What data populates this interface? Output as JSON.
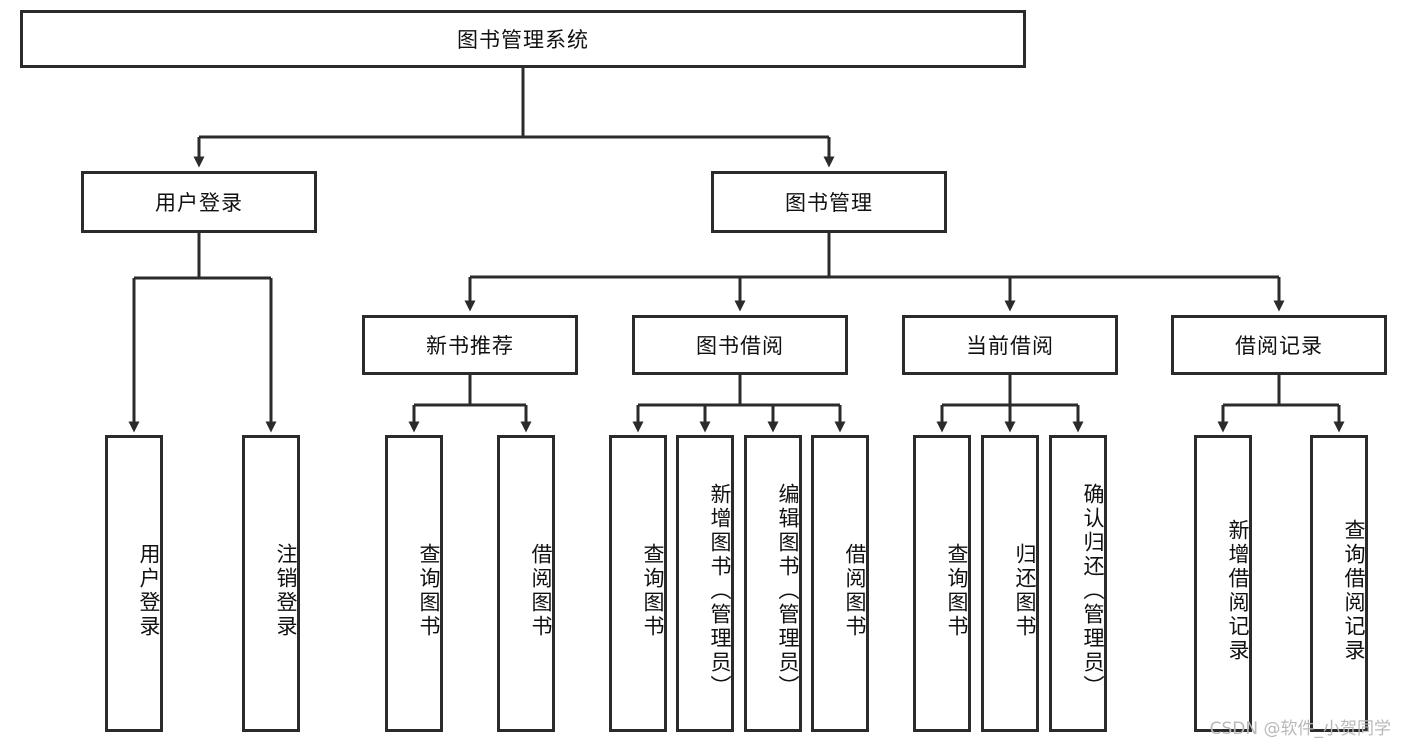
{
  "diagram": {
    "type": "tree-hierarchy-chart",
    "title": "图书管理系统",
    "line_color": "#2b2b2b",
    "box_fill": "#ffffff",
    "text_color": "#111111",
    "levels": 4,
    "root": {
      "label": "图书管理系统",
      "orientation": "horizontal"
    },
    "level2": [
      {
        "label": "用户登录",
        "orientation": "horizontal"
      },
      {
        "label": "图书管理",
        "orientation": "horizontal"
      }
    ],
    "level3": [
      {
        "label": "新书推荐",
        "orientation": "horizontal"
      },
      {
        "label": "图书借阅",
        "orientation": "horizontal"
      },
      {
        "label": "当前借阅",
        "orientation": "horizontal"
      },
      {
        "label": "借阅记录",
        "orientation": "horizontal"
      }
    ],
    "leaves": {
      "user_login": [
        {
          "label": "用户登录",
          "orientation": "vertical"
        },
        {
          "label": "注销登录",
          "orientation": "vertical"
        }
      ],
      "new_book_recommend": [
        {
          "label": "查询图书",
          "orientation": "vertical"
        },
        {
          "label": "借阅图书",
          "orientation": "vertical"
        }
      ],
      "book_borrow": [
        {
          "label": "查询图书",
          "orientation": "vertical"
        },
        {
          "label": "新增图书（管理员）",
          "orientation": "vertical"
        },
        {
          "label": "编辑图书（管理员）",
          "orientation": "vertical"
        },
        {
          "label": "借阅图书",
          "orientation": "vertical"
        }
      ],
      "current_borrow": [
        {
          "label": "查询图书",
          "orientation": "vertical"
        },
        {
          "label": "归还图书",
          "orientation": "vertical"
        },
        {
          "label": "确认归还（管理员）",
          "orientation": "vertical"
        }
      ],
      "borrow_record": [
        {
          "label": "新增借阅记录",
          "orientation": "vertical"
        },
        {
          "label": "查询借阅记录",
          "orientation": "vertical"
        }
      ]
    }
  },
  "watermark": {
    "text": "CSDN @软件_小贺同学"
  }
}
